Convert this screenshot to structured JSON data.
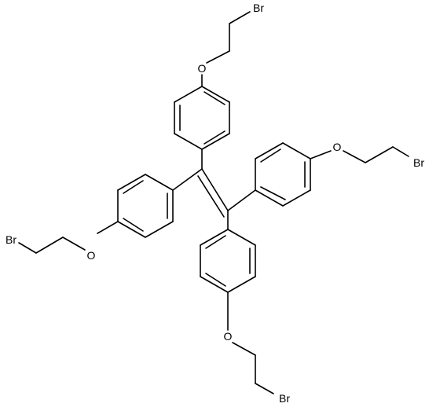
{
  "molecule": {
    "atoms": {
      "o_top": "O",
      "br_top": "Br",
      "o_right": "O",
      "br_right": "Br",
      "o_left": "O",
      "br_left": "Br",
      "o_bottom": "O",
      "br_bottom": "Br"
    }
  }
}
